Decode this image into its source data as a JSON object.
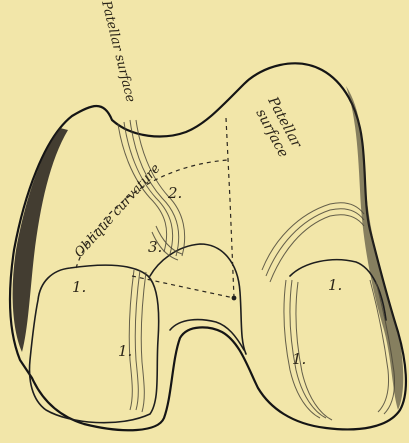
{
  "labels": {
    "patellar_surface_left": "Patellar surface",
    "patellar_surface_right_line1": "Patellar",
    "patellar_surface_right_line2": "surface",
    "oblique_curvature": "Oblique curvature",
    "num_1_left_top": "1.",
    "num_1_left_bottom": "1.",
    "num_1_right_top": "1.",
    "num_1_right_bottom": "1.",
    "num_2": "2.",
    "num_3": "3."
  }
}
